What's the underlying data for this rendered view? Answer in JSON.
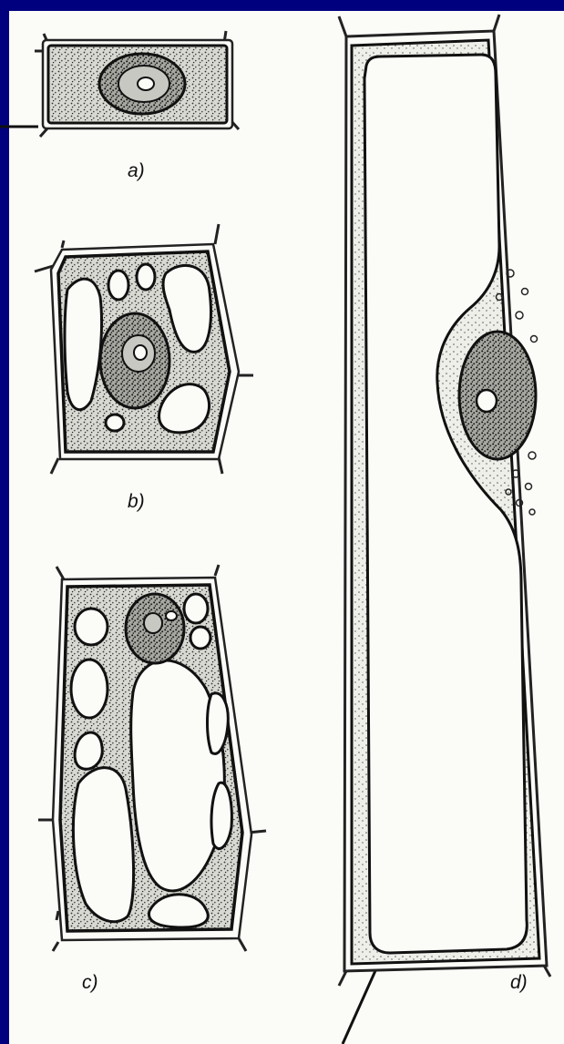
{
  "figure": {
    "panels": [
      {
        "id": "a",
        "label": "a)"
      },
      {
        "id": "b",
        "label": "b)"
      },
      {
        "id": "c",
        "label": "c)"
      },
      {
        "id": "d",
        "label": "d)"
      }
    ]
  },
  "colors": {
    "slide_background": "#00007f",
    "paper": "#fbfbf8",
    "ink": "#111111"
  }
}
